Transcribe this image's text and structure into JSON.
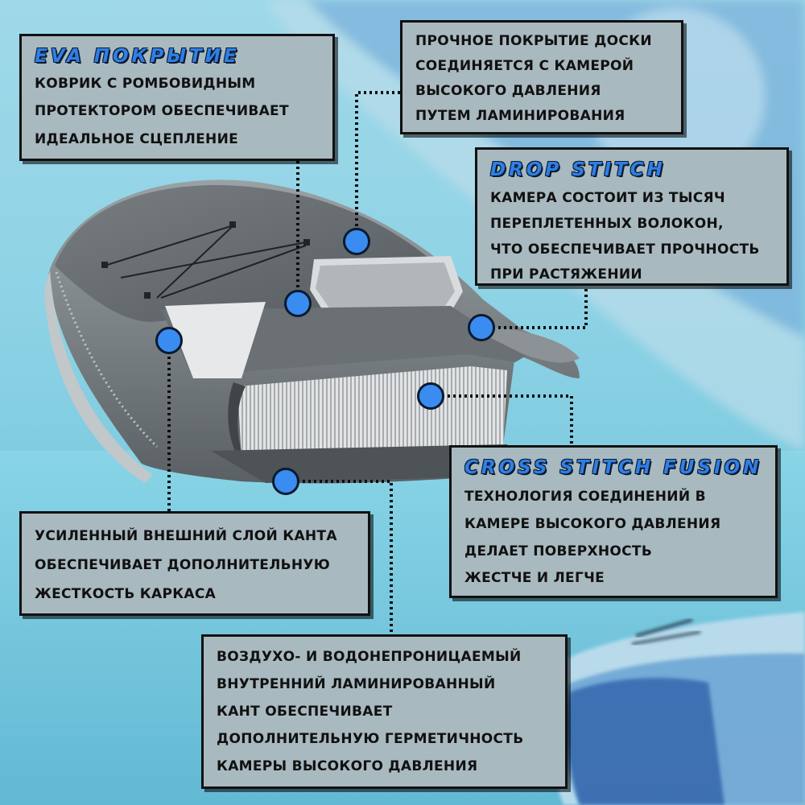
{
  "colors": {
    "accent": "#2f7fe6",
    "dot": "#3a8cf0",
    "box_bg": "#a9b9c0",
    "board_dark": "#5d6468",
    "background": "#8fd3e6"
  },
  "boxes": {
    "eva": {
      "title": "EVA покрытие",
      "lines": [
        "КОВРИК С РОМБОВИДНЫМ",
        "ПРОТЕКТОРОМ ОБЕСПЕЧИВАЕТ",
        "ИДЕАЛЬНОЕ СЦЕПЛЕНИЕ"
      ]
    },
    "laminate": {
      "lines": [
        "ПРОЧНОЕ ПОКРЫТИЕ ДОСКИ",
        "СОЕДИНЯЕТСЯ С КАМЕРОЙ",
        "ВЫСОКОГО ДАВЛЕНИЯ",
        "ПУТЕМ ЛАМИНИРОВАНИЯ"
      ]
    },
    "drop_stitch": {
      "title": "Drop stitch",
      "lines": [
        "КАМЕРА СОСТОИТ ИЗ ТЫСЯЧ",
        "ПЕРЕПЛЕТЕННЫХ ВОЛОКОН,",
        "ЧТО ОБЕСПЕЧИВАЕТ ПРОЧНОСТЬ",
        "ПРИ РАСТЯЖЕНИИ"
      ]
    },
    "cross_stitch": {
      "title": "Cross stitch fusion",
      "lines": [
        "ТЕХНОЛОГИЯ СОЕДИНЕНИЙ В",
        "КАМЕРЕ ВЫСОКОГО ДАВЛЕНИЯ",
        "ДЕЛАЕТ ПОВЕРХНОСТЬ",
        "ЖЕСТЧЕ И ЛЕГЧЕ"
      ]
    },
    "rail": {
      "lines": [
        "УСИЛЕННЫЙ ВНЕШНИЙ СЛОЙ КАНТА",
        "ОБЕСПЕЧИВАЕТ ДОПОЛНИТЕЛЬНУЮ",
        "ЖЕСТКОСТЬ КАРКАСА"
      ]
    },
    "inner_rail": {
      "lines": [
        "ВОЗДУХО- И ВОДОНЕПРОНИЦАЕМЫЙ",
        "ВНУТРЕННИЙ ЛАМИНИРОВАННЫЙ",
        "КАНТ  ОБЕСПЕЧИВАЕТ",
        "ДОПОЛНИТЕЛЬНУЮ  ГЕРМЕТИЧНОСТЬ",
        "КАМЕРЫ ВЫСОКОГО ДАВЛЕНИЯ"
      ]
    }
  }
}
